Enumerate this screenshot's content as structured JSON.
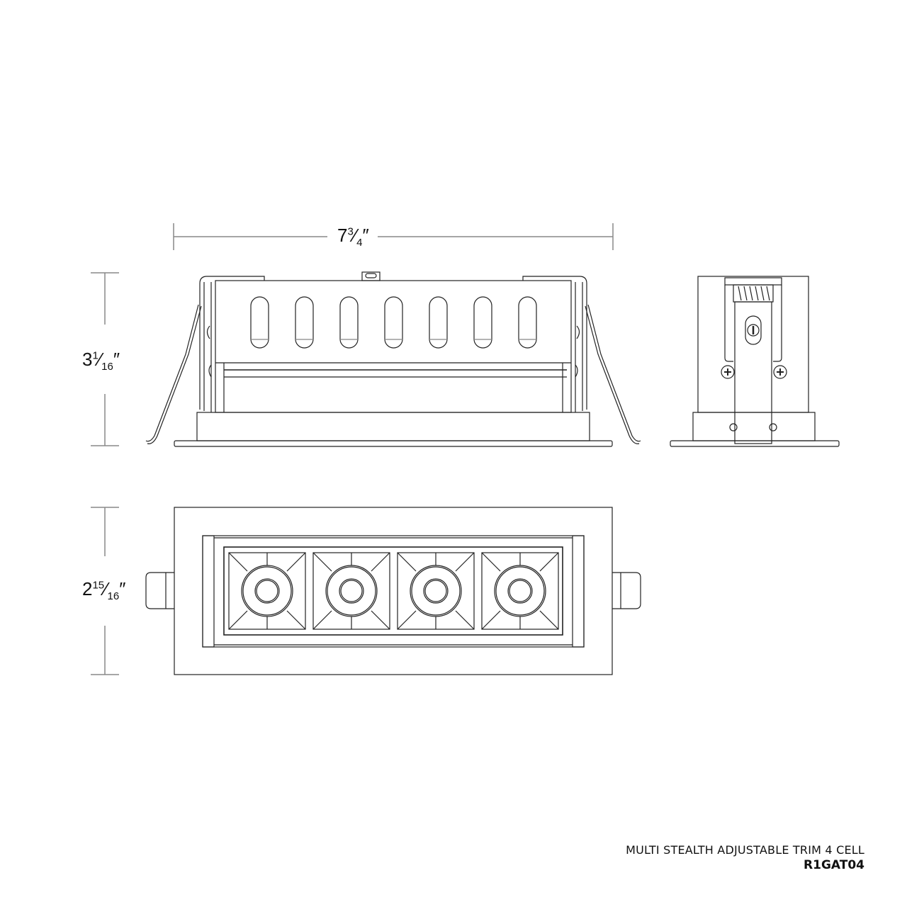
{
  "dimensions": {
    "width": {
      "whole": "7",
      "num": "3",
      "den": "4",
      "unit": "″"
    },
    "height": {
      "whole": "3",
      "num": "1",
      "den": "16",
      "unit": "″"
    },
    "depth": {
      "whole": "2",
      "num": "15",
      "den": "16",
      "unit": "″"
    }
  },
  "views": {
    "front_elevation": {
      "slot_count": 7
    },
    "side_elevation": {},
    "bottom_plan": {
      "cell_count": 4
    }
  },
  "title_block": {
    "product_name": "MULTI STEALTH ADJUSTABLE TRIM 4 CELL",
    "model_number": "R1GAT04"
  },
  "colors": {
    "line": "#222222",
    "dim_line": "#888888",
    "background": "#ffffff"
  }
}
